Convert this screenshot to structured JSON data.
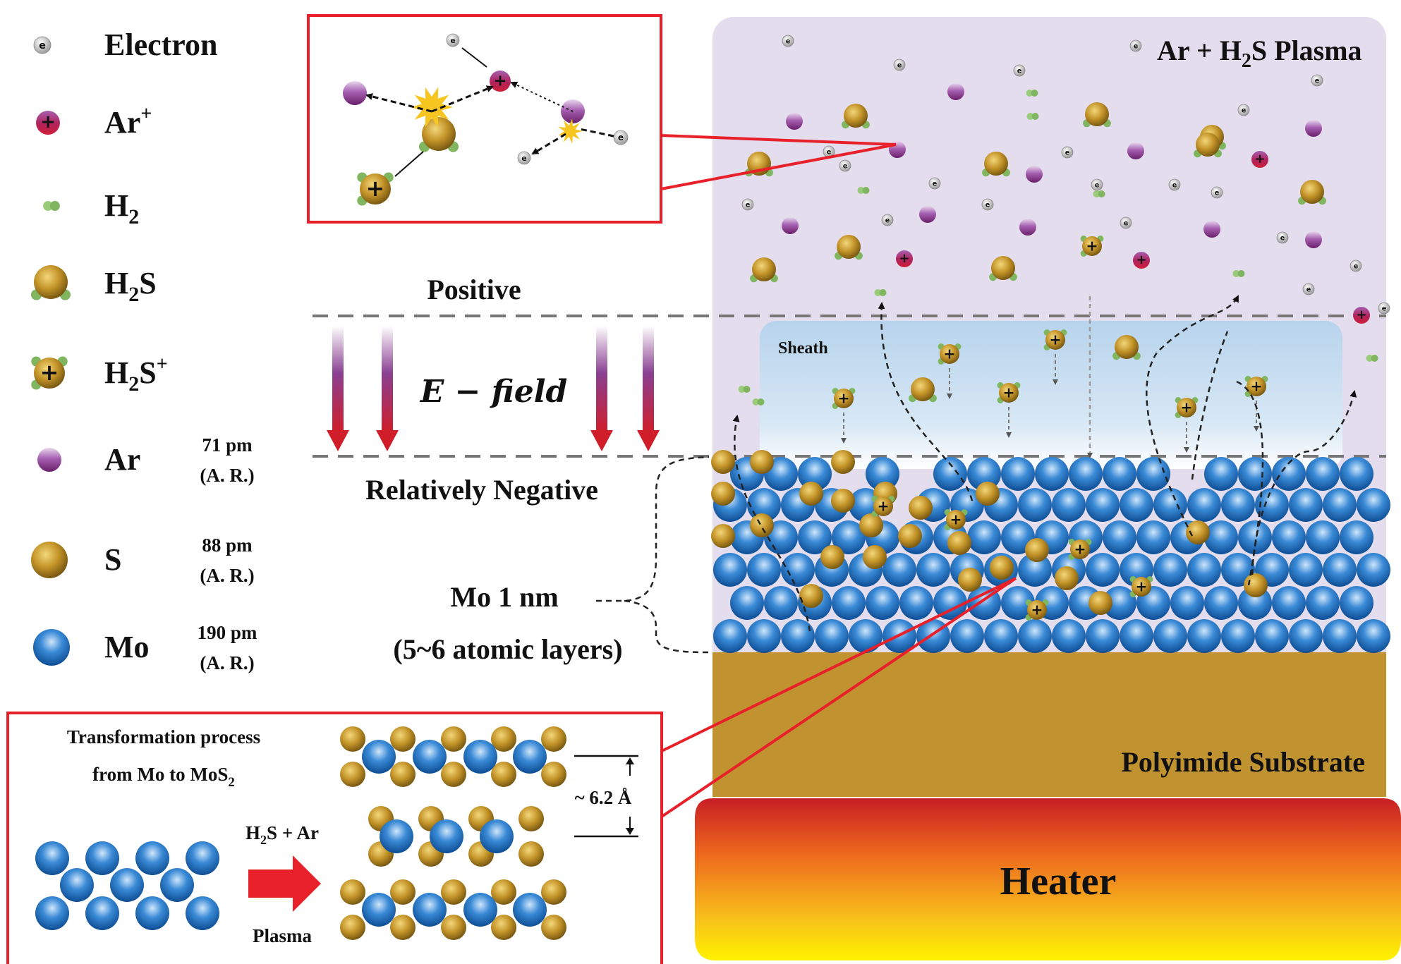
{
  "legend": [
    {
      "key": "electron",
      "label": "Electron",
      "size": "",
      "note": ""
    },
    {
      "key": "ar_ion",
      "label": "Ar",
      "sup": "+",
      "size": "",
      "note": ""
    },
    {
      "key": "h2",
      "label": "H",
      "sub": "2",
      "size": "",
      "note": ""
    },
    {
      "key": "h2s",
      "label": "H",
      "sub": "2",
      "tail": "S",
      "size": "",
      "note": ""
    },
    {
      "key": "h2s_ion",
      "label": "H",
      "sub": "2",
      "tail": "S",
      "sup": "+",
      "size": "",
      "note": ""
    },
    {
      "key": "ar",
      "label": "Ar",
      "size": "71 pm",
      "note": "(A. R.)"
    },
    {
      "key": "s",
      "label": "S",
      "size": "88 pm",
      "note": "(A. R.)"
    },
    {
      "key": "mo",
      "label": "Mo",
      "size": "190 pm",
      "note": "(A. R.)"
    }
  ],
  "glyphs": {
    "electron": "e",
    "plus": "+"
  },
  "field": {
    "positive": "Positive",
    "efield": "E − field",
    "negative": "Relatively Negative",
    "mo_layer": "Mo 1 nm",
    "mo_layer_note": "(5~6 atomic layers)"
  },
  "plasma": {
    "title_pre": "Ar + H",
    "title_sub": "2",
    "title_post": "S Plasma",
    "sheath": "Sheath"
  },
  "substrate": {
    "label": "Polyimide Substrate"
  },
  "heater": {
    "label": "Heater"
  },
  "process": {
    "title_line1": "Transformation process",
    "title_line2_pre": "from Mo to MoS",
    "title_line2_sub": "2",
    "reagent_pre": "H",
    "reagent_sub": "2",
    "reagent_post": "S + Ar",
    "plasma_label": "Plasma",
    "spacing": "~ 6.2 Å"
  },
  "colors": {
    "accent_red": "#e8202a",
    "plasma_bg": "#e4ddee",
    "sheath_bg": "#b9d4ea",
    "substrate": "#c19230",
    "mo": "#2f78c4",
    "sulfur": "#c59a2a",
    "argon": "#a23a8a"
  }
}
